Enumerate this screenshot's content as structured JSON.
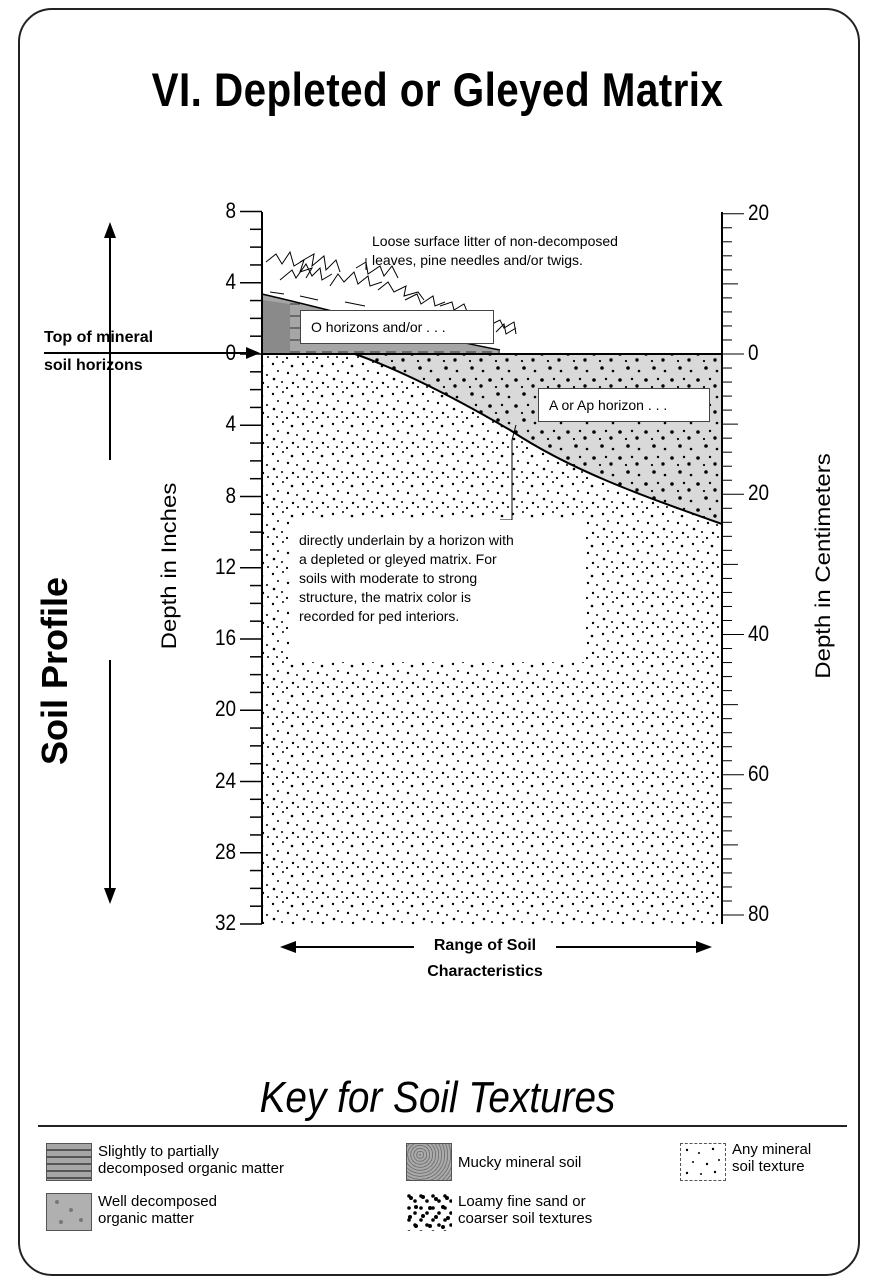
{
  "title": "VI.  Depleted or Gleyed Matrix",
  "soil_profile_label": "Soil Profile",
  "top_of_mineral": [
    "Top of mineral",
    "soil horizons"
  ],
  "axis_left": {
    "label": "Depth in Inches",
    "ticks": [
      "8",
      "4",
      "0",
      "4",
      "8",
      "12",
      "16",
      "20",
      "24",
      "28",
      "32"
    ]
  },
  "axis_right": {
    "label": "Depth in Centimeters",
    "ticks": [
      "20",
      "0",
      "20",
      "40",
      "60",
      "80"
    ]
  },
  "annotations": {
    "surface_litter": [
      "Loose surface litter of non-decomposed",
      "leaves, pine needles and/or twigs."
    ],
    "o_horizon": "O horizons and/or . . .",
    "a_horizon": "A or Ap horizon . . .",
    "matrix": [
      "directly underlain by a horizon with",
      "a depleted or gleyed matrix. For",
      "soils with moderate to strong",
      "structure, the matrix color is",
      "recorded for ped interiors."
    ]
  },
  "range_label": [
    "Range of Soil",
    "Characteristics"
  ],
  "key": {
    "title": "Key for Soil Textures",
    "items": [
      {
        "name": "slightly-decomposed",
        "lines": [
          "Slightly to partially",
          "decomposed organic matter"
        ]
      },
      {
        "name": "well-decomposed",
        "lines": [
          "Well decomposed",
          "organic matter"
        ]
      },
      {
        "name": "mucky-mineral",
        "lines": [
          "Mucky mineral soil"
        ]
      },
      {
        "name": "loamy-fine-sand",
        "lines": [
          "Loamy fine sand or",
          "coarser soil textures"
        ]
      },
      {
        "name": "any-mineral",
        "lines": [
          "Any mineral",
          "soil texture"
        ]
      }
    ]
  }
}
